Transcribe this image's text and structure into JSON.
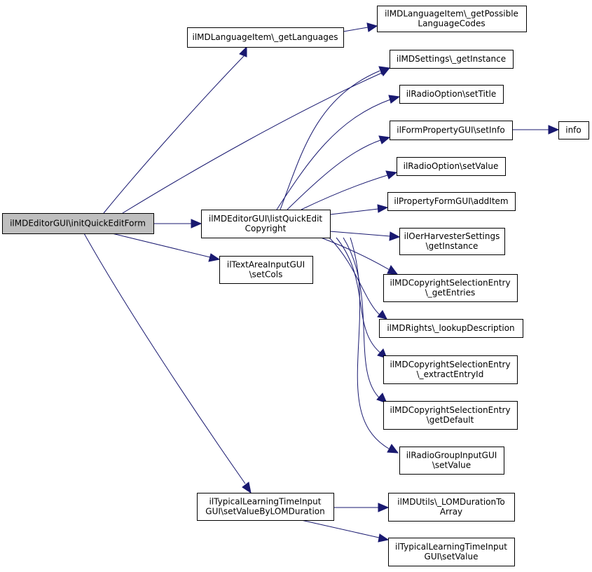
{
  "colors": {
    "edge": "#191970",
    "node_fill": "#ffffff",
    "root_fill": "#bfbfbf",
    "node_border": "#000000"
  },
  "nodes": {
    "root": [
      "ilMDEditorGUI\\initQuickEditForm"
    ],
    "getLanguages": [
      "ilMDLanguageItem\\_getLanguages"
    ],
    "getPossibleLanguageCodes": [
      "ilMDLanguageItem\\_getPossible",
      "LanguageCodes"
    ],
    "settingsGetInstance": [
      "ilMDSettings\\_getInstance"
    ],
    "radioSetTitle": [
      "ilRadioOption\\setTitle"
    ],
    "formSetInfo": [
      "ilFormPropertyGUI\\setInfo"
    ],
    "info": [
      "info"
    ],
    "radioSetValue": [
      "ilRadioOption\\setValue"
    ],
    "propertyFormAddItem": [
      "ilPropertyFormGUI\\addItem"
    ],
    "listQuickEditCopyright": [
      "ilMDEditorGUI\\listQuickEdit",
      "Copyright"
    ],
    "oerHarvester": [
      "ilOerHarvesterSettings",
      "\\getInstance"
    ],
    "copyrightGetEntries": [
      "ilMDCopyrightSelectionEntry",
      "\\_getEntries"
    ],
    "rightsLookup": [
      "ilMDRights\\_lookupDescription"
    ],
    "copyrightExtract": [
      "ilMDCopyrightSelectionEntry",
      "\\_extractEntryId"
    ],
    "copyrightDefault": [
      "ilMDCopyrightSelectionEntry",
      "\\getDefault"
    ],
    "radioGroupSetValue": [
      "ilRadioGroupInputGUI",
      "\\setValue"
    ],
    "textAreaSetCols": [
      "ilTextAreaInputGUI",
      "\\setCols"
    ],
    "typicalSetByLOM": [
      "ilTypicalLearningTimeInput",
      "GUI\\setValueByLOMDuration"
    ],
    "lomDurationToArray": [
      "ilMDUtils\\_LOMDurationTo",
      "Array"
    ],
    "typicalSetValue": [
      "ilTypicalLearningTimeInput",
      "GUI\\setValue"
    ]
  }
}
